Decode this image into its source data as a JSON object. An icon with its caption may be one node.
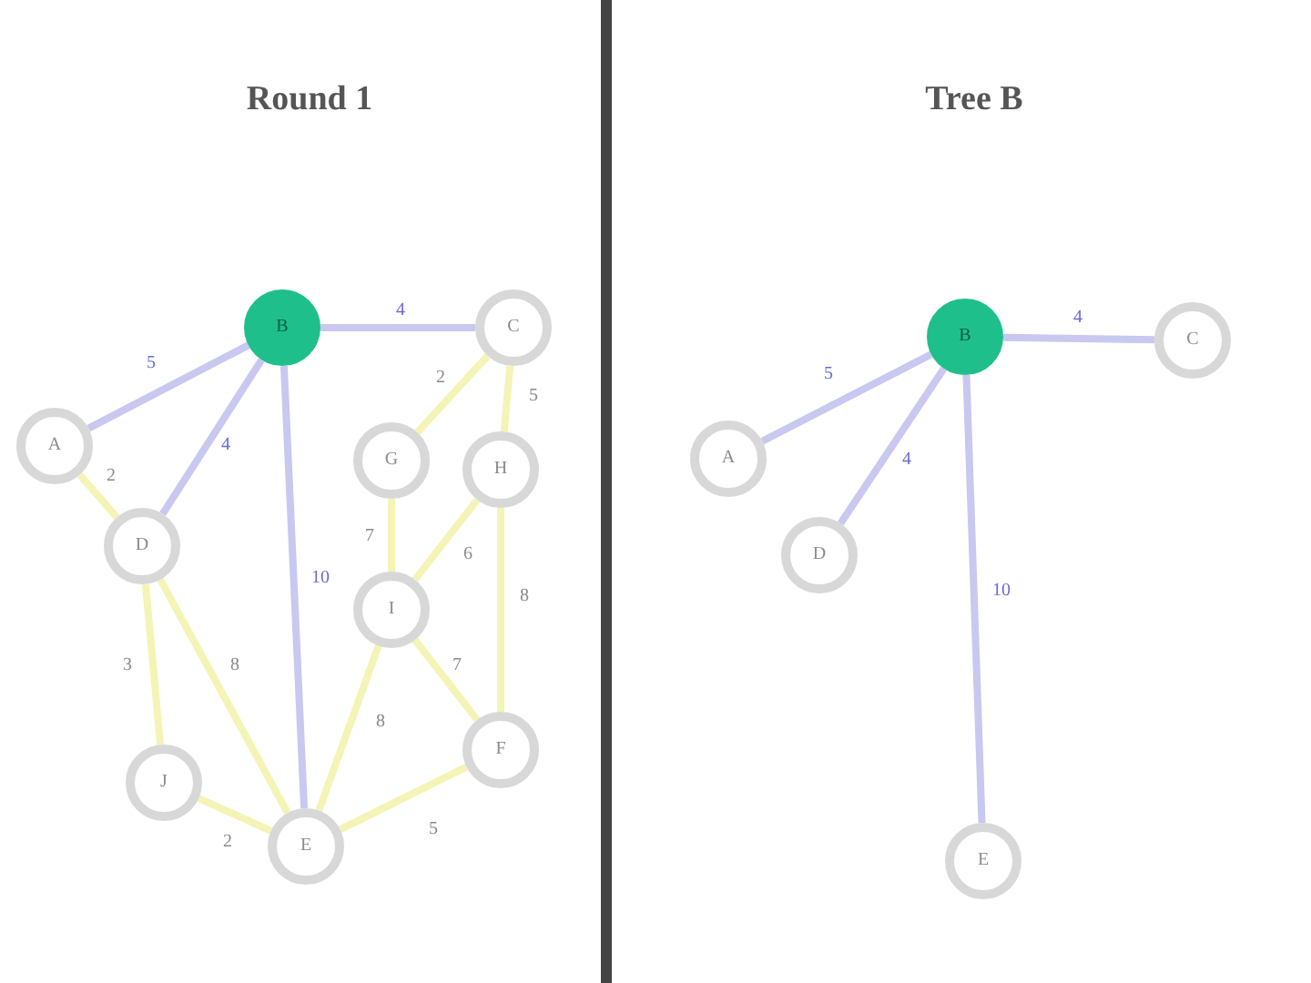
{
  "diagram": {
    "nodes": [
      {
        "text": [
          "B"
        ]
      },
      {
        "text": [
          "C"
        ]
      },
      {
        "text": [
          "A"
        ]
      },
      {
        "text": [
          "G"
        ]
      },
      {
        "text": [
          "H"
        ]
      },
      {
        "text": [
          "D"
        ]
      },
      {
        "text": [
          "I"
        ]
      },
      {
        "text": [
          "F"
        ]
      },
      {
        "text": [
          "J"
        ]
      },
      {
        "text": [
          "E"
        ]
      },
      {
        "text": [
          "B"
        ]
      },
      {
        "text": [
          "C"
        ]
      },
      {
        "text": [
          "A"
        ]
      },
      {
        "text": [
          "D"
        ]
      },
      {
        "text": [
          "E"
        ]
      }
    ],
    "edges": [
      {
        "from": 0,
        "to": 2,
        "arrow": "none",
        "label": "5",
        "color": "#c8c8f0"
      },
      {
        "from": 0,
        "to": 1,
        "arrow": "none",
        "label": "4",
        "color": "#c8c8f0"
      },
      {
        "from": 0,
        "to": 5,
        "arrow": "none",
        "label": "4",
        "color": "#c8c8f0"
      },
      {
        "from": 0,
        "to": 9,
        "arrow": "none",
        "label": "10",
        "color": "#c8c8f0"
      },
      {
        "from": 2,
        "to": 5,
        "arrow": "none",
        "label": "2"
      },
      {
        "from": 1,
        "to": 3,
        "arrow": "none",
        "label": "2"
      },
      {
        "from": 1,
        "to": 4,
        "arrow": "none",
        "label": "5"
      },
      {
        "from": 3,
        "to": 6,
        "arrow": "none",
        "label": "7"
      },
      {
        "from": 4,
        "to": 6,
        "arrow": "none",
        "label": "6"
      },
      {
        "from": 4,
        "to": 7,
        "arrow": "none",
        "label": "8"
      },
      {
        "from": 6,
        "to": 7,
        "arrow": "none",
        "label": "7"
      },
      {
        "from": 6,
        "to": 9,
        "arrow": "none",
        "label": "8"
      },
      {
        "from": 7,
        "to": 9,
        "arrow": "none",
        "label": "5"
      },
      {
        "from": 5,
        "to": 8,
        "arrow": "none",
        "label": "3"
      },
      {
        "from": 5,
        "to": 9,
        "arrow": "none",
        "label": "8"
      },
      {
        "from": 8,
        "to": 9,
        "arrow": "none",
        "label": "2"
      },
      {
        "from": 10,
        "to": 12,
        "arrow": "none",
        "label": "5",
        "color": "#c8c8f0"
      },
      {
        "from": 10,
        "to": 11,
        "arrow": "none",
        "label": "4",
        "color": "#c8c8f0"
      },
      {
        "from": 10,
        "to": 13,
        "arrow": "none",
        "label": "4",
        "color": "#c8c8f0"
      },
      {
        "from": 10,
        "to": 14,
        "arrow": "none",
        "label": "10",
        "color": "#c8c8f0"
      }
    ],
    "labels": [
      "Round 1",
      "Tree B"
    ]
  }
}
